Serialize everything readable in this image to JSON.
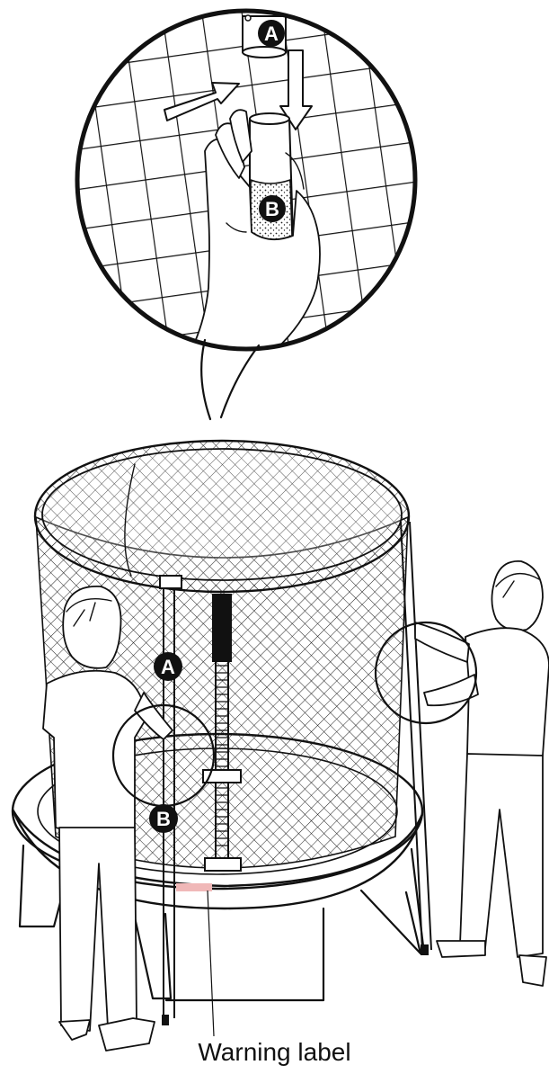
{
  "markers": {
    "detail_upper": "A",
    "detail_lower": "B",
    "main_upper": "A",
    "main_lower": "B"
  },
  "caption": "Warning label",
  "colors": {
    "ink": "#111111",
    "paper": "#ffffff",
    "warning_label": "#f0b8b8"
  }
}
